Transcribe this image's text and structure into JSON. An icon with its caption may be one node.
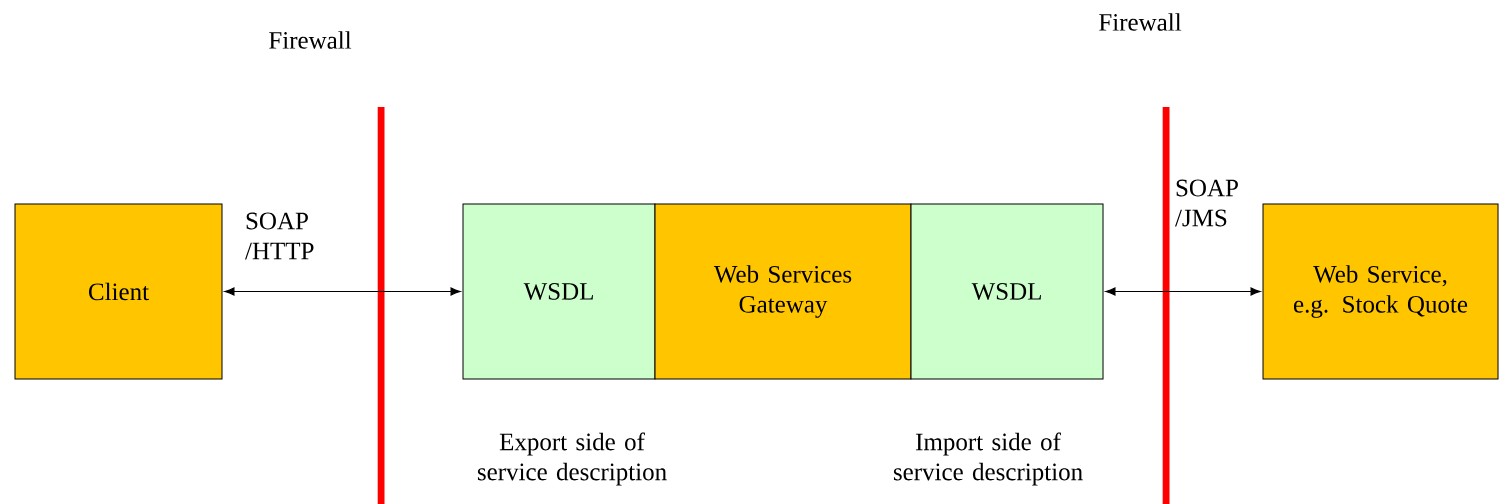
{
  "diagram": {
    "nodes": [
      {
        "text": [
          "Client"
        ]
      },
      {
        "text": [
          "WSDL"
        ]
      },
      {
        "text": [
          "Web Services Gateway"
        ]
      },
      {
        "text": [
          "WSDL"
        ]
      },
      {
        "text": [
          "Web Service, e.g. Stock Quote"
        ]
      }
    ],
    "edges": [
      {
        "from": 0,
        "to": 1,
        "arrow": "both",
        "label": "SOAP /HTTP"
      },
      {
        "from": 3,
        "to": 4,
        "arrow": "both",
        "label": "SOAP /JMS"
      }
    ],
    "labels": [
      "Firewall",
      "Firewall",
      "Export side of service description",
      "Import side of service description"
    ]
  }
}
